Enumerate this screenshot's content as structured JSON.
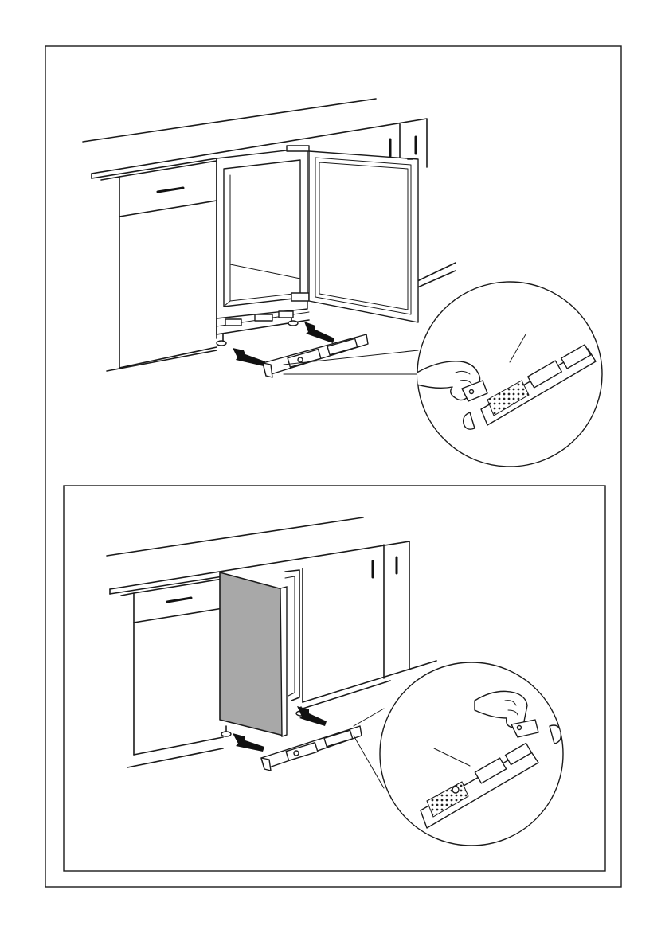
{
  "figure": {
    "panels": [
      {
        "step": "open-door-fit-plinth-grille",
        "door_state": "open"
      },
      {
        "step": "closed-door-fit-plinth-grille",
        "door_state": "closed-with-furniture-panel"
      }
    ],
    "colors": {
      "line": "#1a1a1a",
      "panel_fill": "#a8a8a8",
      "background": "#ffffff"
    },
    "icons": [
      "push-arrow-icon",
      "hand-icon",
      "ventilation-grille-icon",
      "magnifier-callout-icon"
    ]
  }
}
